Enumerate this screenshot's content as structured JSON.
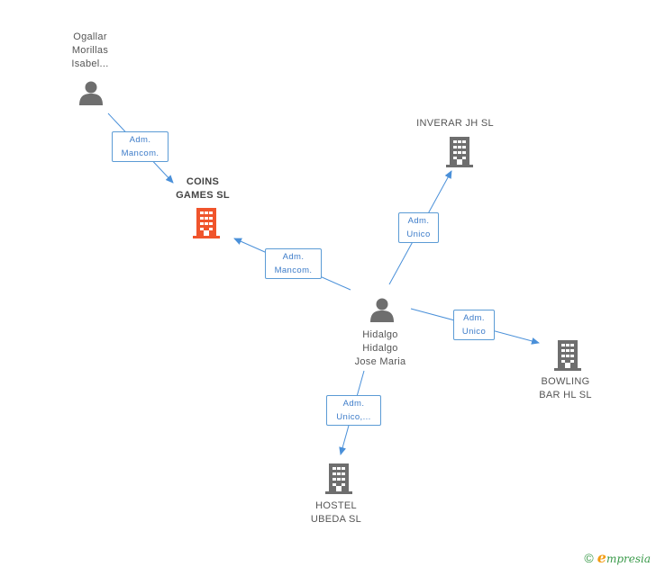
{
  "nodes": {
    "ogallar": {
      "label": "Ogallar\nMorillas\nIsabel...",
      "type": "person"
    },
    "coins": {
      "label": "COINS\nGAMES  SL",
      "type": "company",
      "highlight": true
    },
    "inverar": {
      "label": "INVERAR JH SL",
      "type": "company"
    },
    "hidalgo": {
      "label": "Hidalgo\nHidalgo\nJose Maria",
      "type": "person"
    },
    "bowling": {
      "label": "BOWLING\nBAR HL  SL",
      "type": "company"
    },
    "hostel": {
      "label": "HOSTEL\nUBEDA SL",
      "type": "company"
    }
  },
  "edges": {
    "ogallar_coins": {
      "label": "Adm.\nMancom."
    },
    "hidalgo_coins": {
      "label": "Adm.\nMancom."
    },
    "hidalgo_inverar": {
      "label": "Adm.\nUnico"
    },
    "hidalgo_bowling": {
      "label": "Adm.\nUnico"
    },
    "hidalgo_hostel": {
      "label": "Adm.\nUnico,..."
    }
  },
  "colors": {
    "edge": "#4a90d9",
    "company": "#6e6e6e",
    "company_highlight": "#f0542c",
    "person": "#6e6e6e"
  },
  "footer": {
    "copyright": "©",
    "brand_initial": "e",
    "brand_rest": "mpresia"
  }
}
